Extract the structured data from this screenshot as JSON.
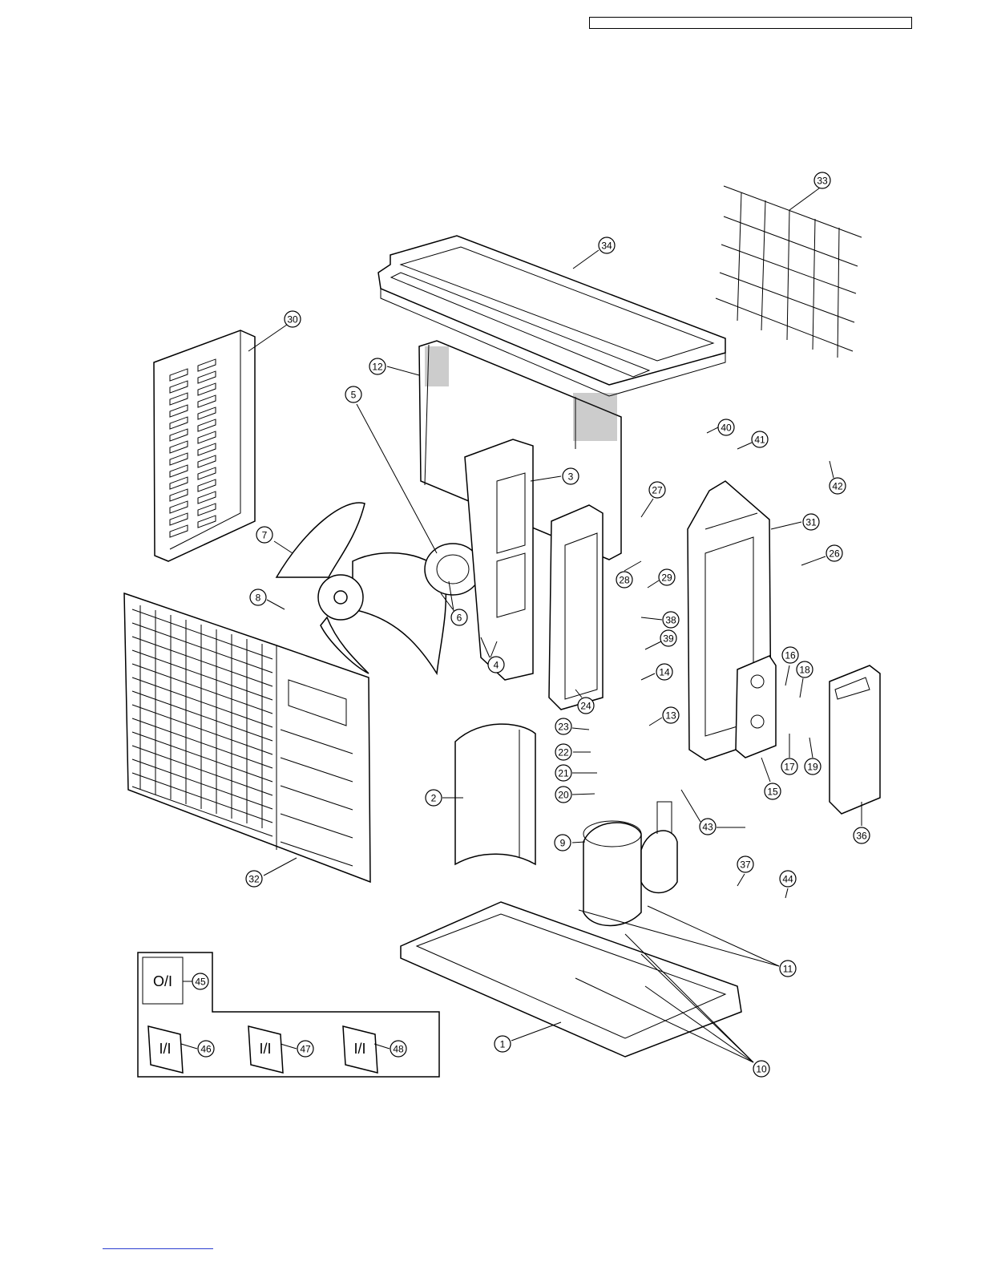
{
  "header": {
    "box_text": ""
  },
  "callouts": [
    {
      "id": "33"
    },
    {
      "id": "34"
    },
    {
      "id": "30"
    },
    {
      "id": "12"
    },
    {
      "id": "40"
    },
    {
      "id": "41"
    },
    {
      "id": "42"
    },
    {
      "id": "5"
    },
    {
      "id": "3"
    },
    {
      "id": "27"
    },
    {
      "id": "31"
    },
    {
      "id": "7"
    },
    {
      "id": "28"
    },
    {
      "id": "29"
    },
    {
      "id": "26"
    },
    {
      "id": "6"
    },
    {
      "id": "8"
    },
    {
      "id": "38"
    },
    {
      "id": "4"
    },
    {
      "id": "39"
    },
    {
      "id": "14"
    },
    {
      "id": "16"
    },
    {
      "id": "18"
    },
    {
      "id": "24"
    },
    {
      "id": "13"
    },
    {
      "id": "23"
    },
    {
      "id": "22"
    },
    {
      "id": "21"
    },
    {
      "id": "20"
    },
    {
      "id": "2"
    },
    {
      "id": "17"
    },
    {
      "id": "19"
    },
    {
      "id": "15"
    },
    {
      "id": "43"
    },
    {
      "id": "9"
    },
    {
      "id": "36"
    },
    {
      "id": "37"
    },
    {
      "id": "44"
    },
    {
      "id": "32"
    },
    {
      "id": "11"
    },
    {
      "id": "45"
    },
    {
      "id": "46"
    },
    {
      "id": "47"
    },
    {
      "id": "48"
    },
    {
      "id": "1"
    },
    {
      "id": "10"
    }
  ],
  "documents": {
    "operating_instructions": "O/I",
    "installation_instructions": "I/I"
  }
}
